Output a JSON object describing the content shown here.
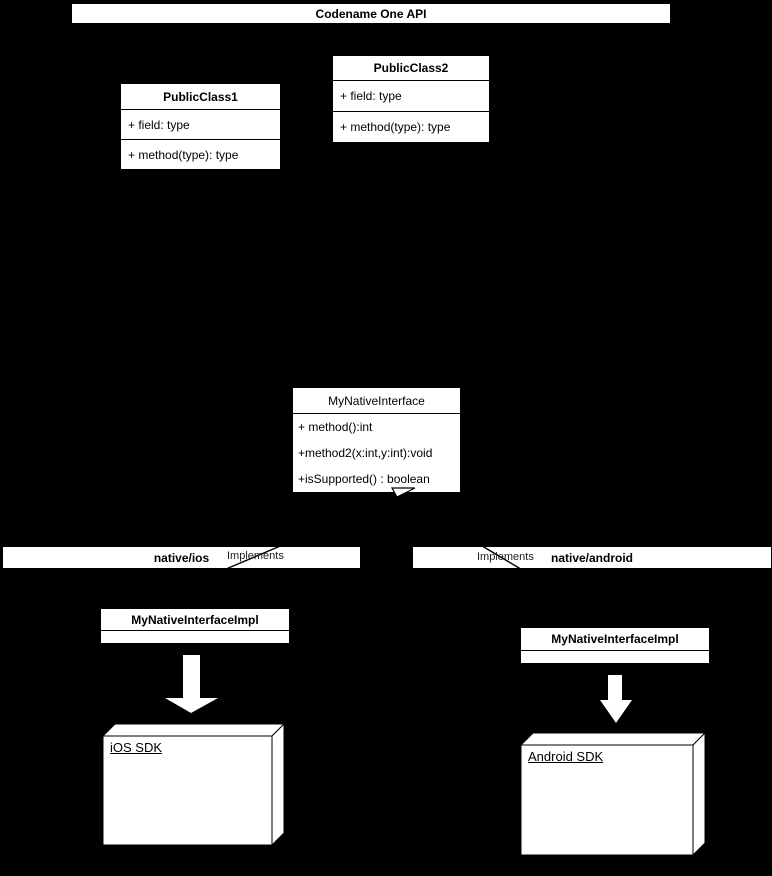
{
  "diagram": {
    "title_bar": {
      "label": "Codename One API"
    },
    "classes": {
      "public_class1": {
        "title": "PublicClass1",
        "members": [
          "+ field: type",
          "+ method(type): type"
        ]
      },
      "public_class2": {
        "title": "PublicClass2",
        "members": [
          "+ field: type",
          "+ method(type): type"
        ]
      },
      "my_native_interface": {
        "title": "MyNativeInterface",
        "members": [
          "+ method():int",
          "+method2(x:int,y:int):void",
          "+isSupported() : boolean"
        ]
      }
    },
    "modules": {
      "ios_bar": {
        "label": "native/ios",
        "relation_label": "Implements"
      },
      "android_bar": {
        "label": "native/android",
        "relation_label": "Implements"
      }
    },
    "implementations": {
      "ios_impl": {
        "title": "MyNativeInterfaceImpl"
      },
      "android_impl": {
        "title": "MyNativeInterfaceImpl"
      }
    },
    "sdks": {
      "ios_sdk": {
        "label": "iOS SDK"
      },
      "android_sdk": {
        "label": "Android SDK"
      }
    },
    "colors": {
      "background": "#000000",
      "node_fill": "#ffffff",
      "node_border": "#000000",
      "text": "#000000"
    }
  }
}
